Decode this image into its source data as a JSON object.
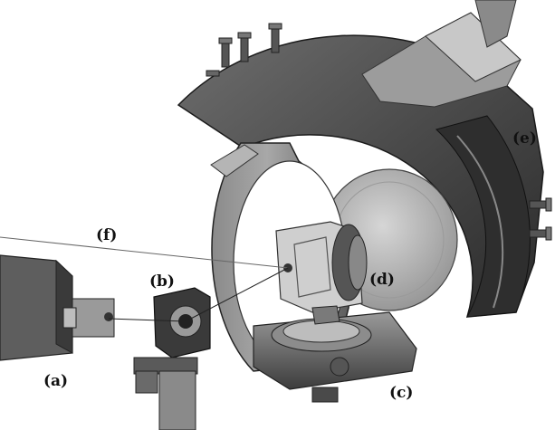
{
  "labels": {
    "a": "(a)",
    "b": "(b)",
    "c": "(c)",
    "d": "(d)",
    "e": "(e)",
    "f": "(f)"
  },
  "colors": {
    "metal_dark": "#2b2b2b",
    "metal_mid": "#6a6a6a",
    "metal_light": "#bdbdbd",
    "background": "#ffffff"
  }
}
